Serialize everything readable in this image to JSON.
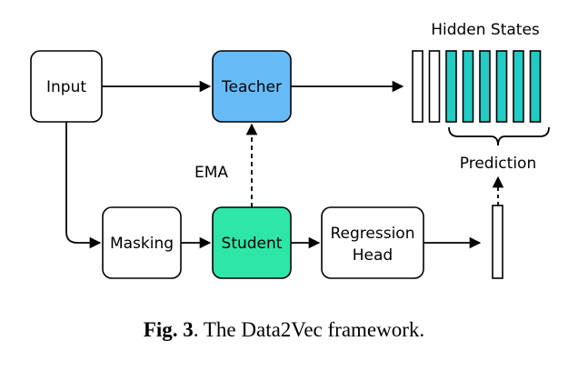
{
  "nodes": {
    "input": "Input",
    "teacher": "Teacher",
    "masking": "Masking",
    "student": "Student",
    "regression_line1": "Regression",
    "regression_line2": "Head"
  },
  "labels": {
    "ema": "EMA",
    "hidden_states": "Hidden States",
    "prediction": "Prediction"
  },
  "caption": {
    "fig": "Fig. 3",
    "text": ". The Data2Vec framework."
  },
  "colors": {
    "teacher_fill": "#66bbf7",
    "student_fill": "#2ee6a8",
    "hidden_fill": "#22ccc4",
    "stroke": "#000000"
  },
  "hidden_states": {
    "plain_count": 2,
    "filled_count": 6
  }
}
